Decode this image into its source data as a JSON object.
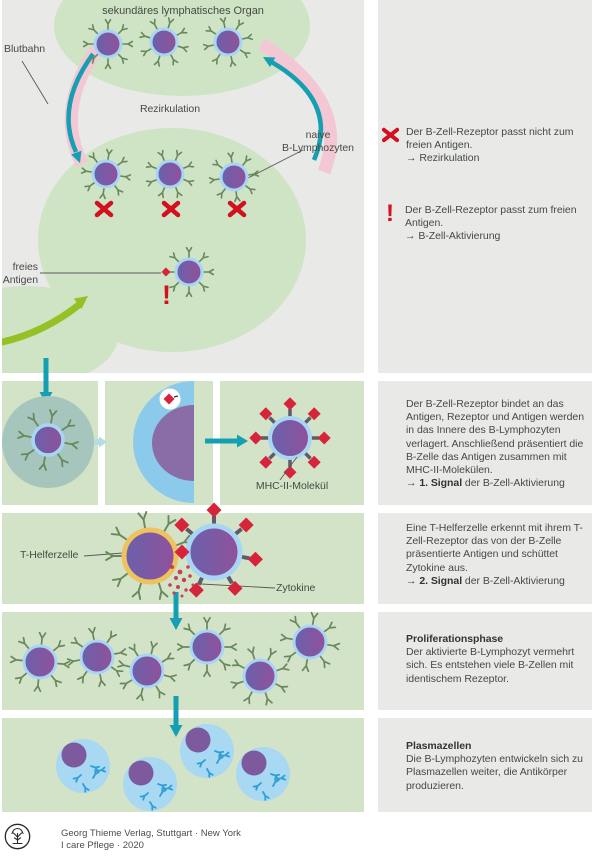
{
  "labels": {
    "organ_title": "sekundäres lymphatisches Organ",
    "blutbahn": "Blutbahn",
    "rezirkulation": "Rezirkulation",
    "naive_b": "naive\nB-Lymphozyten",
    "freies_antigen": "freies\nAntigen",
    "exclamation": "!",
    "mhc": "MHC-II-Molekül",
    "t_helfer": "T-Helferzelle",
    "zytokine": "Zytokine"
  },
  "annotations": {
    "no_match": {
      "icon": "x-mark",
      "text": "Der B-Zell-Rezeptor passt nicht zum freien Antigen.",
      "arrow": "→",
      "target": "Rezirkulation"
    },
    "match": {
      "icon": "exclamation-mark",
      "bang": "!",
      "text": "Der B-Zell-Rezeptor passt zum freien Antigen.",
      "arrow": "→",
      "target": "B-Zell-Aktivierung"
    }
  },
  "steps": {
    "signal1": {
      "text": "Der B-Zell-Rezeptor bindet an das Antigen, Rezeptor und Antigen werden in das Innere des B-Lymphozyten verlagert. Anschließend präsentiert die B-Zelle das Antigen zusammen mit MHC-II-Molekülen.",
      "arrow": "→",
      "signal_bold": "1. Signal",
      "signal_rest": " der B-Zell-Aktivierung"
    },
    "signal2": {
      "text": "Eine T-Helferzelle erkennt mit ihrem T-Zell-Rezeptor das von der B-Zelle präsentierte Antigen und schüttet Zytokine aus.",
      "arrow": "→",
      "signal_bold": "2. Signal",
      "signal_rest": " der B-Zell-Aktivierung"
    },
    "proliferation": {
      "title": "Proliferationsphase",
      "text": "Der aktivierte B-Lymphozyt vermehrt sich. Es entstehen viele B-Zellen mit identischem Rezeptor."
    },
    "plasma": {
      "title": "Plasmazellen",
      "text": "Die B-Lymphozyten entwickeln sich zu Plasmazellen weiter, die Antikörper produzieren."
    }
  },
  "footer": {
    "line1": "Georg Thieme Verlag, Stuttgart · New York",
    "line2": "I care Pflege · 2020"
  },
  "colors": {
    "background": "#ffffff",
    "gray_block": "#e9e9e8",
    "panel_green": "#d3e3c8",
    "blob_green": "#cfe4c5",
    "teal": "#159fb3",
    "pale_teal": "#b5dde2",
    "pink": "#f3c7d3",
    "green_arrow": "#96c126",
    "red": "#d2101f",
    "antigen_red": "#d6243a",
    "cell_left": "#6a61ab",
    "cell_right": "#91519b",
    "cell_ring": "#a9d5f5",
    "receptor": "#69885c",
    "endosome": "#a6c6bd",
    "crescent_blue": "#8ccaec",
    "crescent_purple": "#8a6ca6",
    "stalk": "#5f5b6b",
    "t_ring": "#eec25f",
    "cytokine": "#c74058",
    "plasma_body": "#a8d8f2",
    "nucleus": "#7d5a9e",
    "antibody": "#2e9fd6",
    "text": "#454b44",
    "leader": "#5a5a5a"
  }
}
